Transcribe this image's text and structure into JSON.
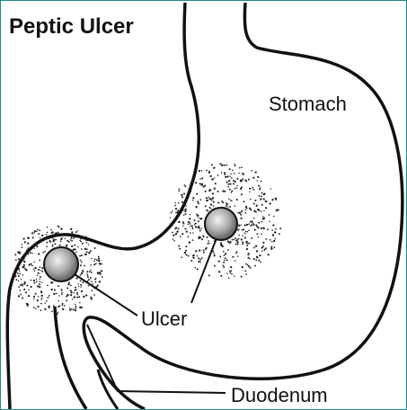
{
  "title": "Peptic Ulcer",
  "labels": {
    "stomach": "Stomach",
    "ulcer": "Ulcer",
    "duodenum": "Duodenum"
  },
  "colors": {
    "frame": "#1e8a86",
    "outline": "#111111",
    "stipple": "#222222"
  }
}
